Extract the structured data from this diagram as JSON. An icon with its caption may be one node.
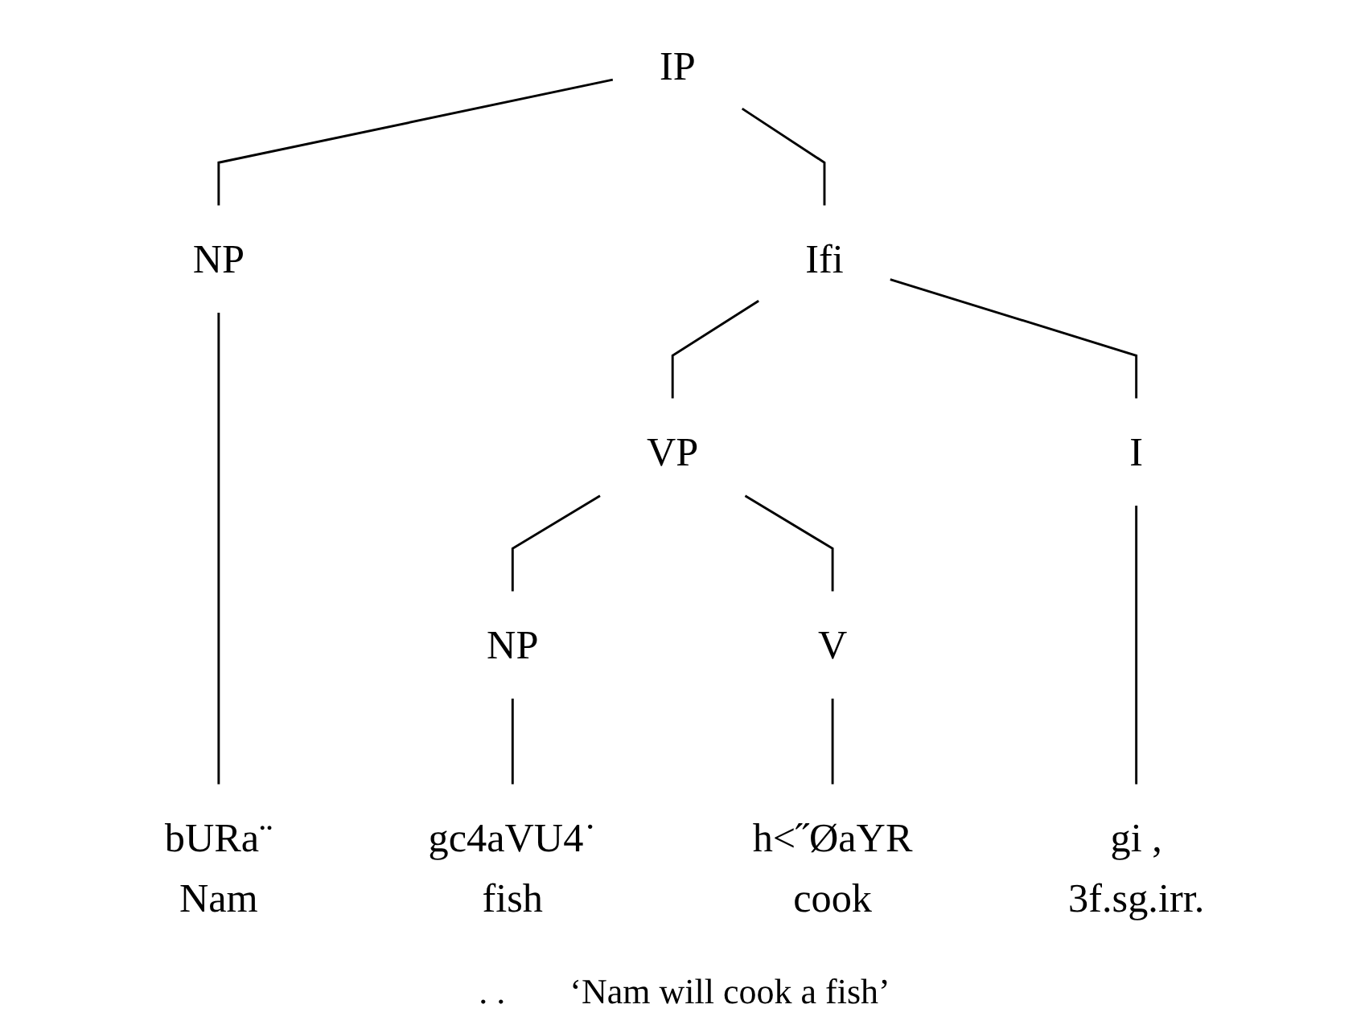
{
  "diagram": {
    "nodes": [
      {
        "text": [
          "IP"
        ]
      },
      {
        "text": [
          "NP"
        ]
      },
      {
        "text": [
          "Ifi"
        ]
      },
      {
        "text": [
          "VP"
        ]
      },
      {
        "text": [
          "I"
        ]
      },
      {
        "text": [
          "NP"
        ]
      },
      {
        "text": [
          "V"
        ]
      },
      {
        "text": [
          "bURa¨",
          "Nam"
        ]
      },
      {
        "text": [
          "gc4aVU4˙",
          "fish"
        ]
      },
      {
        "text": [
          "h<˝ØaYR",
          "cook"
        ]
      },
      {
        "text": [
          "gi ,",
          "3f.sg.irr."
        ]
      }
    ],
    "edges": [
      {
        "from": 0,
        "to": 1,
        "arrow": "none"
      },
      {
        "from": 0,
        "to": 2,
        "arrow": "none"
      },
      {
        "from": 2,
        "to": 3,
        "arrow": "none"
      },
      {
        "from": 2,
        "to": 4,
        "arrow": "none"
      },
      {
        "from": 3,
        "to": 5,
        "arrow": "none"
      },
      {
        "from": 3,
        "to": 6,
        "arrow": "none"
      },
      {
        "from": 1,
        "to": 7,
        "arrow": "none"
      },
      {
        "from": 5,
        "to": 8,
        "arrow": "none"
      },
      {
        "from": 6,
        "to": 9,
        "arrow": "none"
      },
      {
        "from": 4,
        "to": 10,
        "arrow": "none"
      }
    ],
    "labels": [
      ". .",
      "‘Nam will cook a fish’"
    ]
  }
}
